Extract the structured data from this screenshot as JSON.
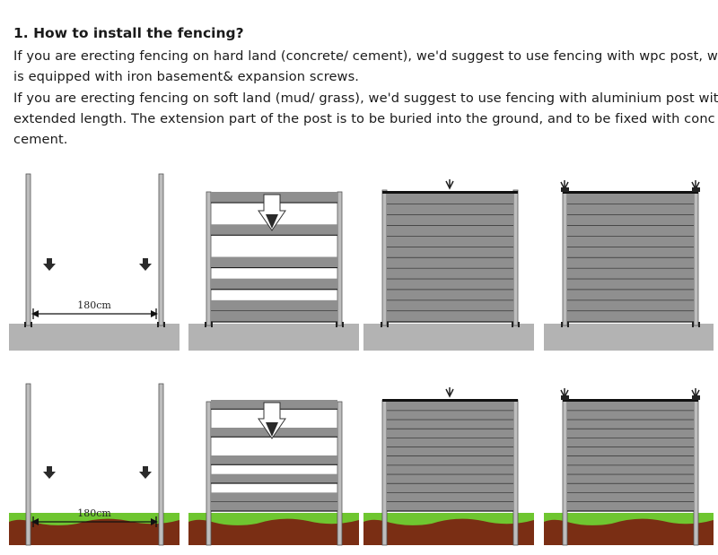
{
  "article": {
    "heading": "1. How to install the fencing?",
    "para1": [
      "If you are erecting fencing on hard land (concrete/ cement), we'd suggest to use fencing with wpc post, w",
      "is equipped with iron basement& expansion screws."
    ],
    "para2": [
      "If you are erecting fencing on soft land (mud/ grass), we'd suggest to use fencing with aluminium post wit",
      "extended length. The extension part of the post is to be buried into the ground, and to be fixed with conc",
      "cement."
    ]
  },
  "diagram": {
    "distance_label": "180cm",
    "colors": {
      "concrete": "#b3b3b3",
      "post": "#bdbdbd",
      "board": "#8f8f8f",
      "board_line": "#1e1e1e",
      "grass": "#6fc630",
      "soil": "#7a2e14",
      "arrow": "#2a2a2a"
    },
    "rows": [
      {
        "ground": "concrete",
        "steps": [
          "posts",
          "inserting-boards",
          "full-panel-capped",
          "full-panel-caps-on-posts"
        ]
      },
      {
        "ground": "grass",
        "steps": [
          "posts",
          "inserting-boards",
          "full-panel-capped",
          "full-panel-caps-on-posts"
        ]
      }
    ]
  }
}
